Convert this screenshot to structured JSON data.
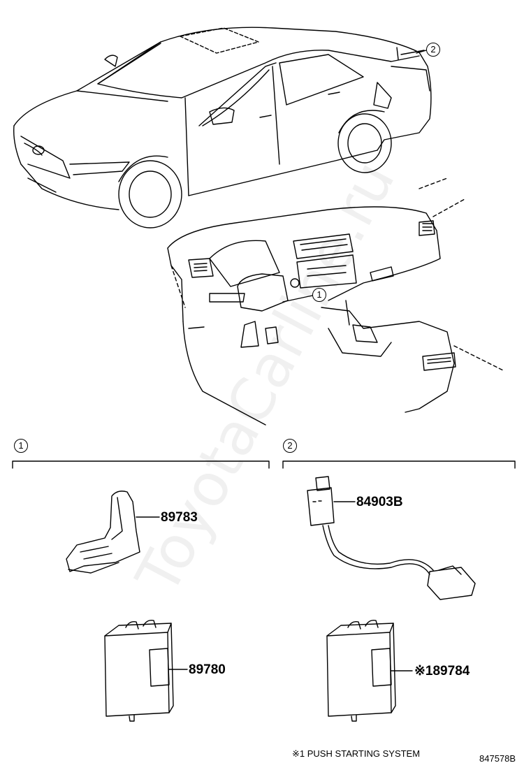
{
  "diagram": {
    "callouts": [
      "1",
      "2"
    ],
    "parts": {
      "p89783": "89783",
      "p84903b": "84903B",
      "p89780": "89780",
      "p89784": "※189784"
    },
    "footnote": "※1 PUSH STARTING SYSTEM",
    "figure_id": "847578B",
    "watermark": "ToyotaCarline.ru",
    "colors": {
      "line": "#000000",
      "background": "#ffffff",
      "watermark": "rgba(0,0,0,0.06)"
    }
  }
}
